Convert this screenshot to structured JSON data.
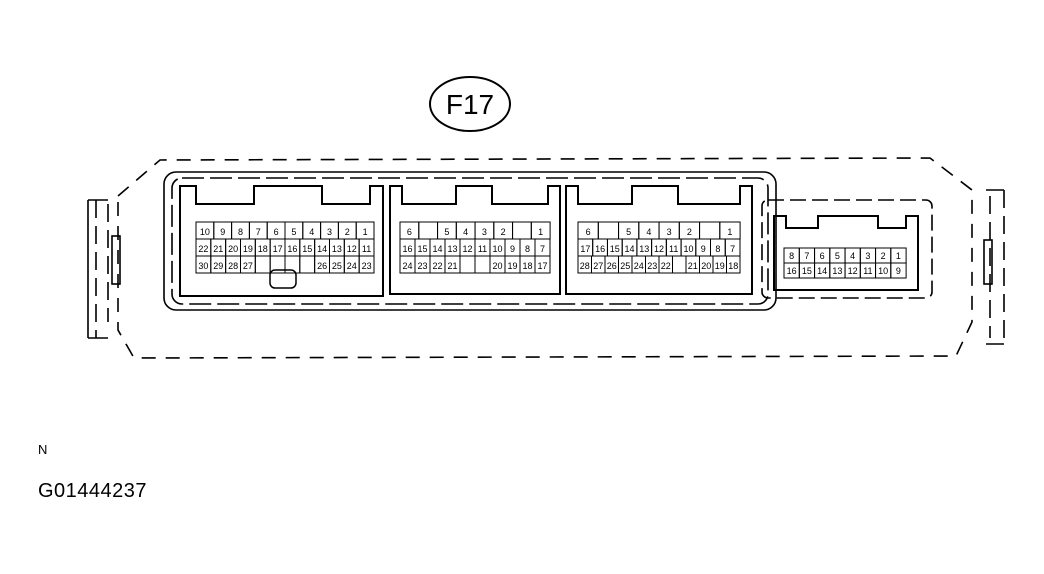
{
  "connector_label": "F17",
  "note_letter": "N",
  "figure_id": "G01444237",
  "colors": {
    "ink": "#000000",
    "paper": "#ffffff"
  },
  "connectors": [
    {
      "id": "A",
      "rows": [
        [
          "10",
          "9",
          "8",
          "7",
          "6",
          "5",
          "4",
          "3",
          "2",
          "1"
        ],
        [
          "22",
          "21",
          "20",
          "19",
          "18",
          "17",
          "16",
          "15",
          "14",
          "13",
          "12",
          "11"
        ],
        [
          "30",
          "29",
          "28",
          "27",
          "",
          "",
          "",
          "",
          "26",
          "25",
          "24",
          "23"
        ]
      ]
    },
    {
      "id": "B",
      "rows": [
        [
          "6",
          "",
          "5",
          "4",
          "3",
          "2",
          "",
          "1"
        ],
        [
          "16",
          "15",
          "14",
          "13",
          "12",
          "11",
          "10",
          "9",
          "8",
          "7"
        ],
        [
          "24",
          "23",
          "22",
          "21",
          "",
          "",
          "20",
          "19",
          "18",
          "17"
        ]
      ]
    },
    {
      "id": "C",
      "rows": [
        [
          "6",
          "",
          "5",
          "4",
          "3",
          "2",
          "",
          "1"
        ],
        [
          "17",
          "16",
          "15",
          "14",
          "13",
          "12",
          "11",
          "10",
          "9",
          "8",
          "7"
        ],
        [
          "28",
          "27",
          "26",
          "25",
          "24",
          "23",
          "22",
          "",
          "21",
          "20",
          "19",
          "18"
        ]
      ]
    },
    {
      "id": "D",
      "rows": [
        [
          "8",
          "7",
          "6",
          "5",
          "4",
          "3",
          "2",
          "1"
        ],
        [
          "16",
          "15",
          "14",
          "13",
          "12",
          "11",
          "10",
          "9"
        ]
      ]
    }
  ]
}
